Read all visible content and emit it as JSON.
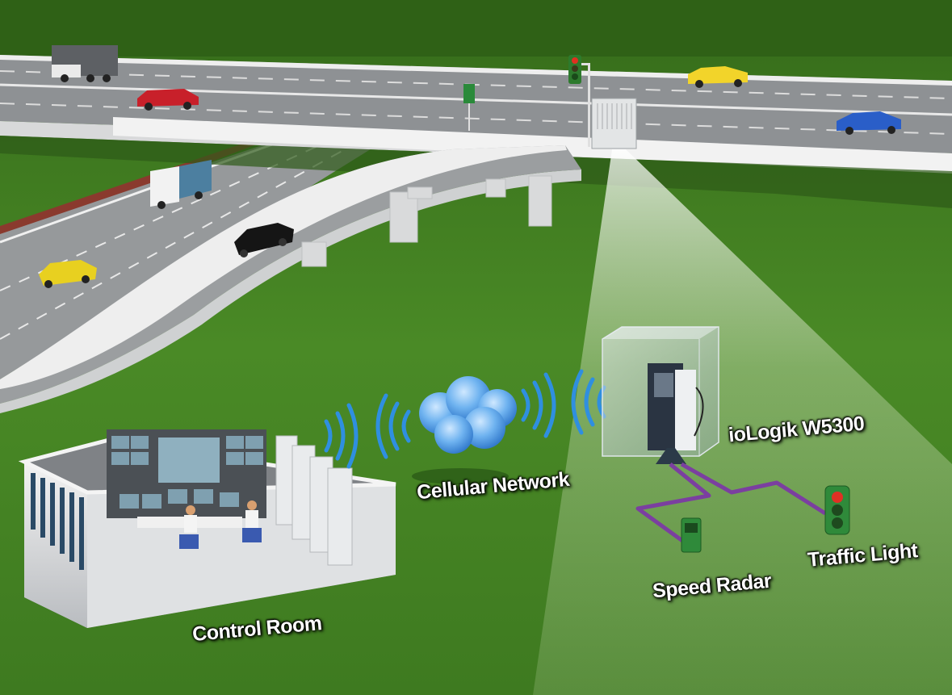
{
  "labels": {
    "control_room": "Control Room",
    "cellular_network": "Cellular Network",
    "device": "ioLogik W5300",
    "speed_radar": "Speed Radar",
    "traffic_light": "Traffic Light"
  },
  "colors": {
    "grass": "#3f7a1f",
    "road": "#9a9c9e",
    "cloud": "#6fb3f0",
    "signal": "#2f8fe0",
    "wiring": "#7b3fa0",
    "label_text": "#ffffff"
  }
}
